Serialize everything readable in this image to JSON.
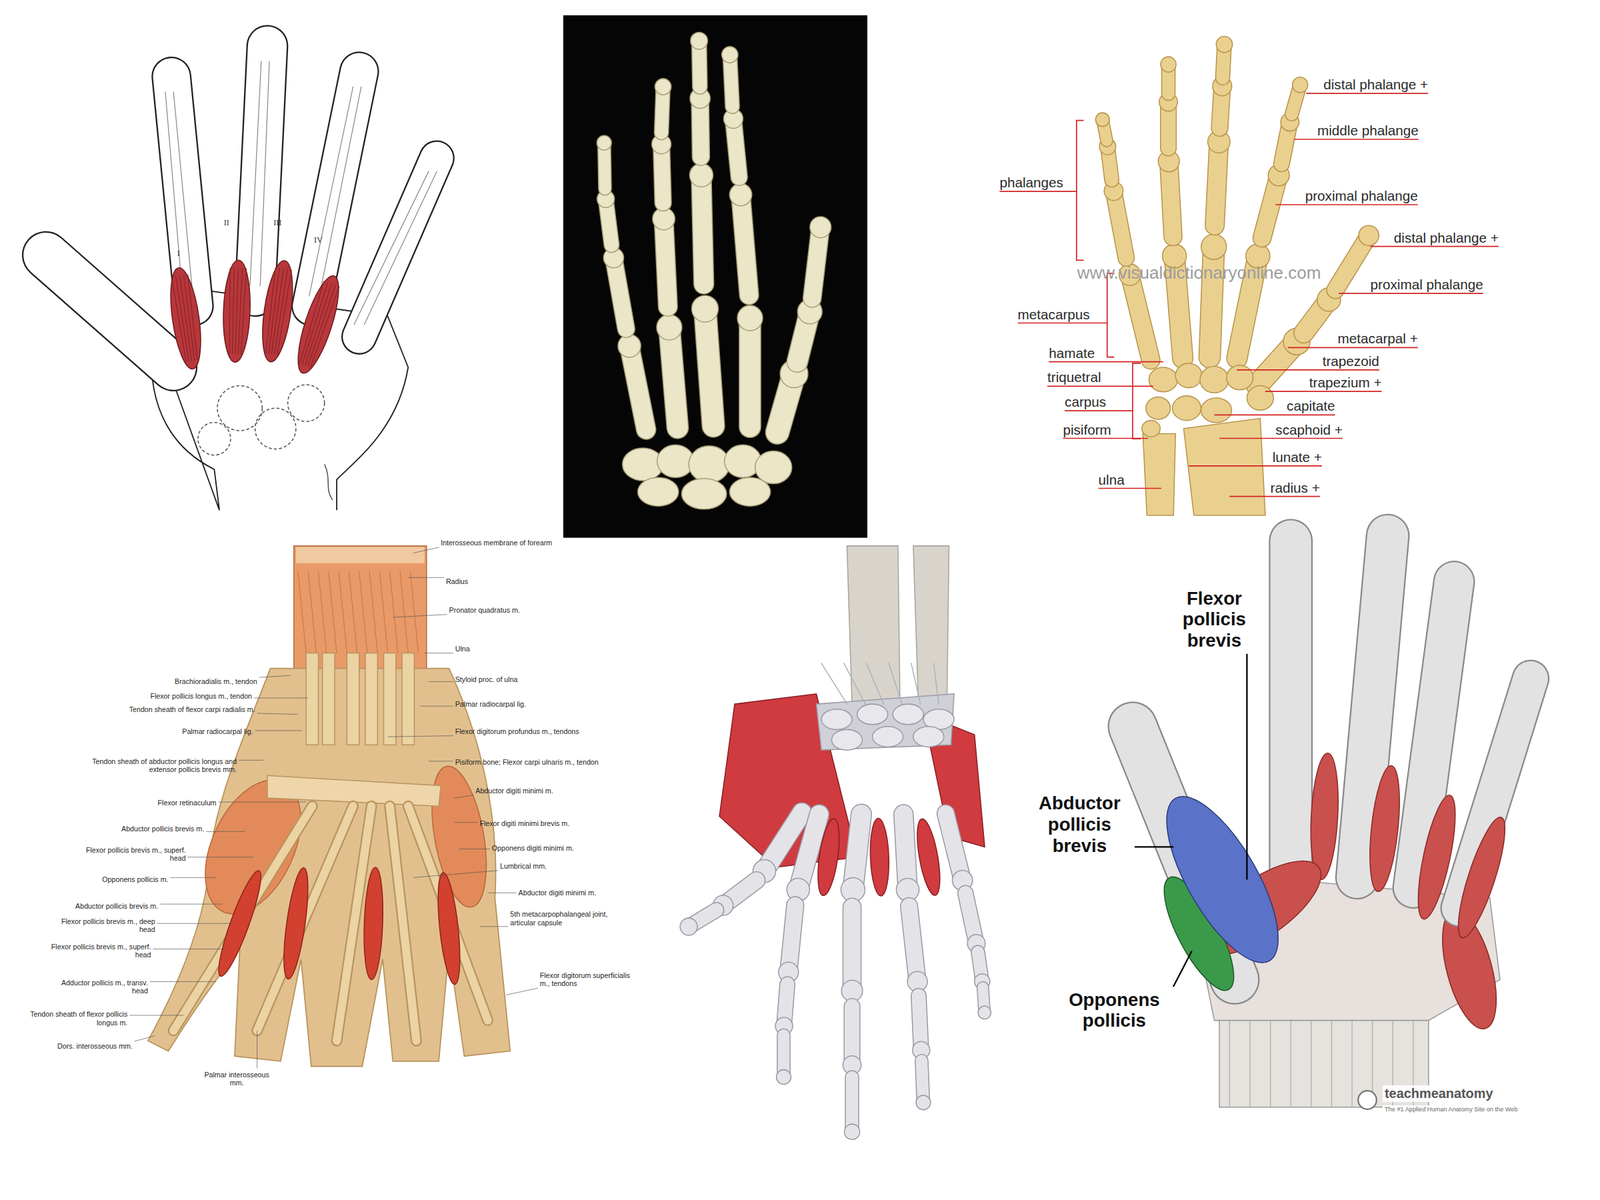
{
  "diagram": {
    "labels": [
      "I",
      "II",
      "III",
      "IV",
      "phalanges",
      "distal phalange +",
      "middle phalange",
      "proximal phalange",
      "distal phalange +",
      "www.visualdictionaryonline.com",
      "proximal phalange",
      "metacarpus",
      "metacarpal +",
      "hamate",
      "trapezoid",
      "triquetral",
      "trapezium +",
      "carpus",
      "capitate",
      "pisiform",
      "scaphoid +",
      "lunate +",
      "ulna",
      "radius +",
      "Interosseous membrane of forearm",
      "Radius",
      "Pronator quadratus m.",
      "Ulna",
      "Brachioradialis m., tendon",
      "Styloid proc. of ulna",
      "Flexor pollicis longus m., tendon",
      "Palmar radiocarpal lig.",
      "Tendon sheath of flexor carpi radialis m.",
      "Palmar radiocarpal lig.",
      "Flexor digitorum profundus m., tendons",
      "Tendon sheath of abductor pollicis longus and extensor pollicis brevis mm.",
      "Pisiform bone; Flexor carpi ulnaris m., tendon",
      "Abductor digiti minimi m.",
      "Flexor retinaculum",
      "Flexor digiti minimi brevis m.",
      "Abductor pollicis brevis m.",
      "Opponens digiti minimi m.",
      "Flexor pollicis brevis m., superf. head",
      "Lumbrical mm.",
      "Opponens pollicis m.",
      "Abductor digiti minimi m.",
      "Abductor pollicis brevis m.",
      "5th metacarpophalangeal joint, articular capsule",
      "Flexor pollicis brevis m., deep head",
      "Flexor pollicis brevis m., superf. head",
      "Flexor digitorum superficialis m., tendons",
      "Adductor pollicis m., transv. head",
      "Tendon sheath of flexor pollicis longus m.",
      "Palmar interosseous mm.",
      "Dors. interosseous mm.",
      "Flexor pollicis brevis",
      "Abductor pollicis brevis",
      "Opponens pollicis",
      "teachmeanatomy",
      "The #1 Applied Human Anatomy Site on the Web"
    ]
  }
}
